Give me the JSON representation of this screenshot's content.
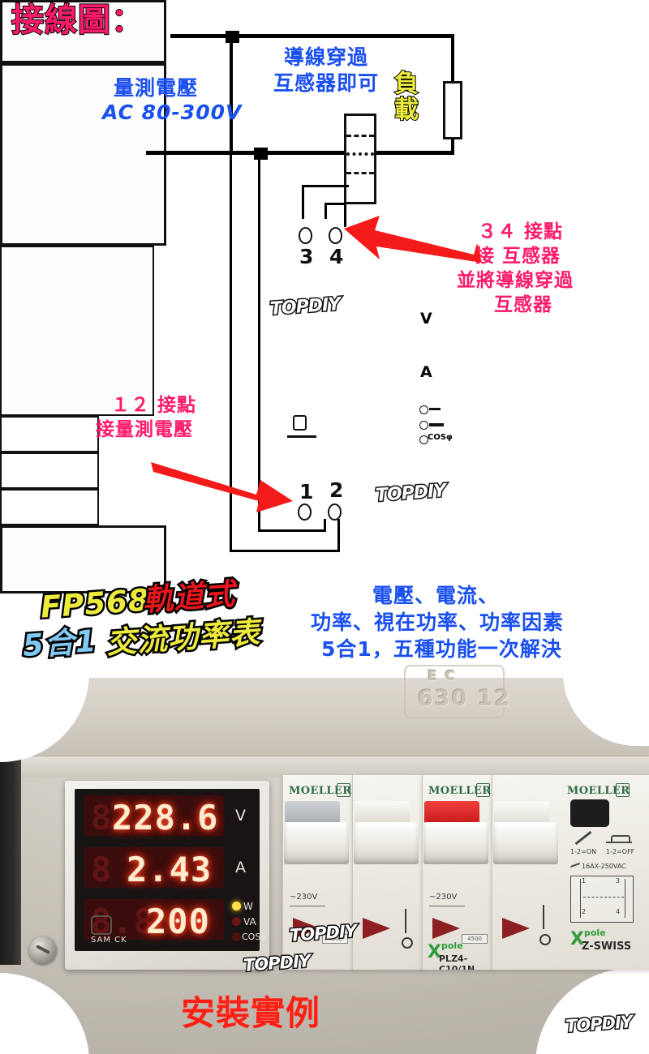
{
  "document": {
    "heading": "接線圖：",
    "type": "wiring-diagram-product-sheet"
  },
  "diagram": {
    "labels": {
      "measure_voltage_cn": "量測電壓",
      "measure_voltage_range": "AC 80-300V",
      "ct_pass_line1": "導線穿過",
      "ct_pass_line2": "互感器即可",
      "load_char1": "負",
      "load_char2": "載",
      "terminal_34_line1": "３４ 接點",
      "terminal_34_line2": "接 互感器",
      "terminal_34_line3": "並將導線穿過",
      "terminal_34_line4": "互感器",
      "terminal_12_line1": "１２ 接點",
      "terminal_12_line2": "接量測電壓"
    },
    "terminals": {
      "top_left": "3",
      "top_right": "4",
      "bottom_left": "1",
      "bottom_right": "2"
    },
    "meter_face": {
      "unit_volt": "V",
      "unit_amp": "A",
      "unit_cos": "COSφ"
    },
    "watermark": "TOPDIY"
  },
  "product": {
    "title_part1": "FP568",
    "title_part2": "軌道式",
    "title_part3": "5合1",
    "title_part4": "交流功率表",
    "features_line1": "電壓、電流、",
    "features_line2": "功率、視在功率、功率因素",
    "features_line3": "5合1，五種功能一次解決"
  },
  "photo": {
    "caption": "安裝實例",
    "watermark": "TOPDIY",
    "enclosure_emboss_small": "E C",
    "enclosure_emboss": "630 12",
    "meter": {
      "voltage_value": "228.6",
      "voltage_ghost": "8",
      "voltage_unit": "V",
      "current_value": "2.43",
      "current_ghost": "8",
      "current_unit": "A",
      "power_value": "200",
      "power_ghost": "8.8",
      "led_w": "W",
      "led_va": "VA",
      "led_cos": "COSφ",
      "brand": "SAM CK"
    },
    "breakers": [
      {
        "brand": "MOELLER",
        "mark": "M",
        "voltage": "~230V",
        "rating_badge": "4500",
        "toggle_color": "#b8bcc0",
        "xpole": "",
        "model": ""
      },
      {
        "brand": "",
        "mark": "",
        "voltage": "",
        "rating_badge": "",
        "toggle_color": "#eeebe3",
        "xpole": "",
        "model": ""
      },
      {
        "brand": "MOELLER",
        "mark": "M",
        "voltage": "~230V",
        "rating_badge": "4500",
        "toggle_color": "#d8231f",
        "xpole": "X",
        "xpole_sup": "pole",
        "model": "PLZ4-C10/1N"
      },
      {
        "brand": "MOELLER",
        "mark": "M",
        "voltage": "",
        "rating_badge": "",
        "toggle_color": "#efece4",
        "xpole": "X",
        "xpole_sup": "pole",
        "model": "Z-SWISS",
        "switch_on": "1-2=ON",
        "switch_off": "1-2=OFF",
        "switch_rating": "16AX-250VAC",
        "contact_1": "1",
        "contact_2": "2",
        "contact_3": "3",
        "contact_4": "4"
      }
    ]
  },
  "colors": {
    "pink": "#ff1a6b",
    "blue": "#1a4ff0",
    "yellow": "#ecea3c",
    "red": "#e8161b",
    "lightblue": "#7ec8f2",
    "arrow_red": "#f41a1a"
  }
}
